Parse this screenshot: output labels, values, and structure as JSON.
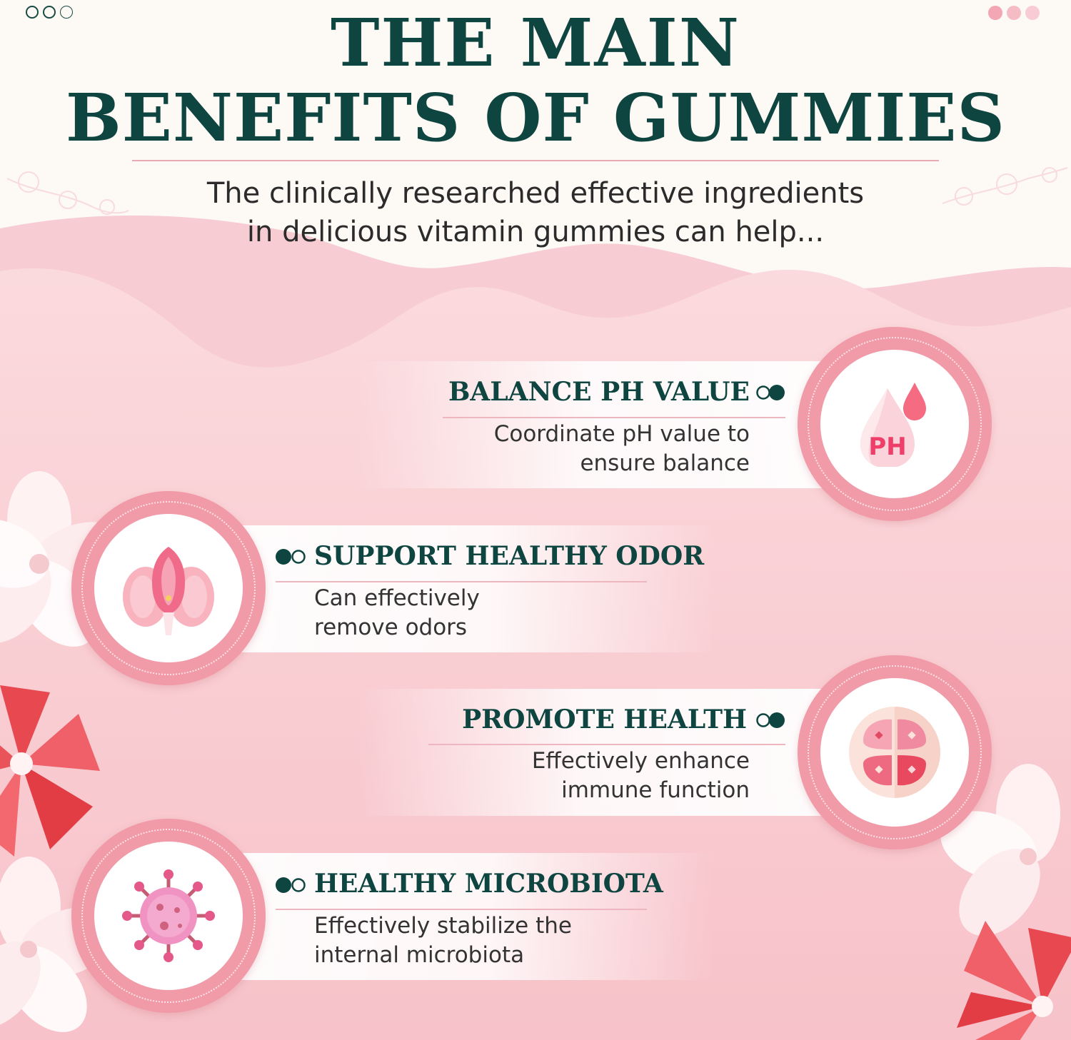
{
  "header": {
    "title_line1": "THE MAIN",
    "title_line2": "BENEFITS OF GUMMIES",
    "subtitle_line1": "The clinically researched effective ingredients",
    "subtitle_line2": "in delicious vitamin gummies can help..."
  },
  "features": [
    {
      "title": "BALANCE PH VALUE",
      "desc_line1": "Coordinate pH value to",
      "desc_line2": "ensure balance",
      "icon": "ph-drop-icon",
      "icon_text": "PH"
    },
    {
      "title": "SUPPORT HEALTHY ODOR",
      "desc_line1": "Can effectively",
      "desc_line2": "remove odors",
      "icon": "uterus-icon"
    },
    {
      "title": "PROMOTE HEALTH",
      "desc_line1": "Effectively enhance",
      "desc_line2": "immune function",
      "icon": "cell-icon"
    },
    {
      "title": "HEALTHY MICROBIOTA",
      "desc_line1": "Effectively stabilize the",
      "desc_line2": "internal microbiota",
      "icon": "virus-icon"
    }
  ],
  "colors": {
    "title": "#0f4540",
    "accent_pink": "#f19aa8",
    "background_top": "#fdf9f5",
    "background_bottom": "#f8c8cf"
  }
}
